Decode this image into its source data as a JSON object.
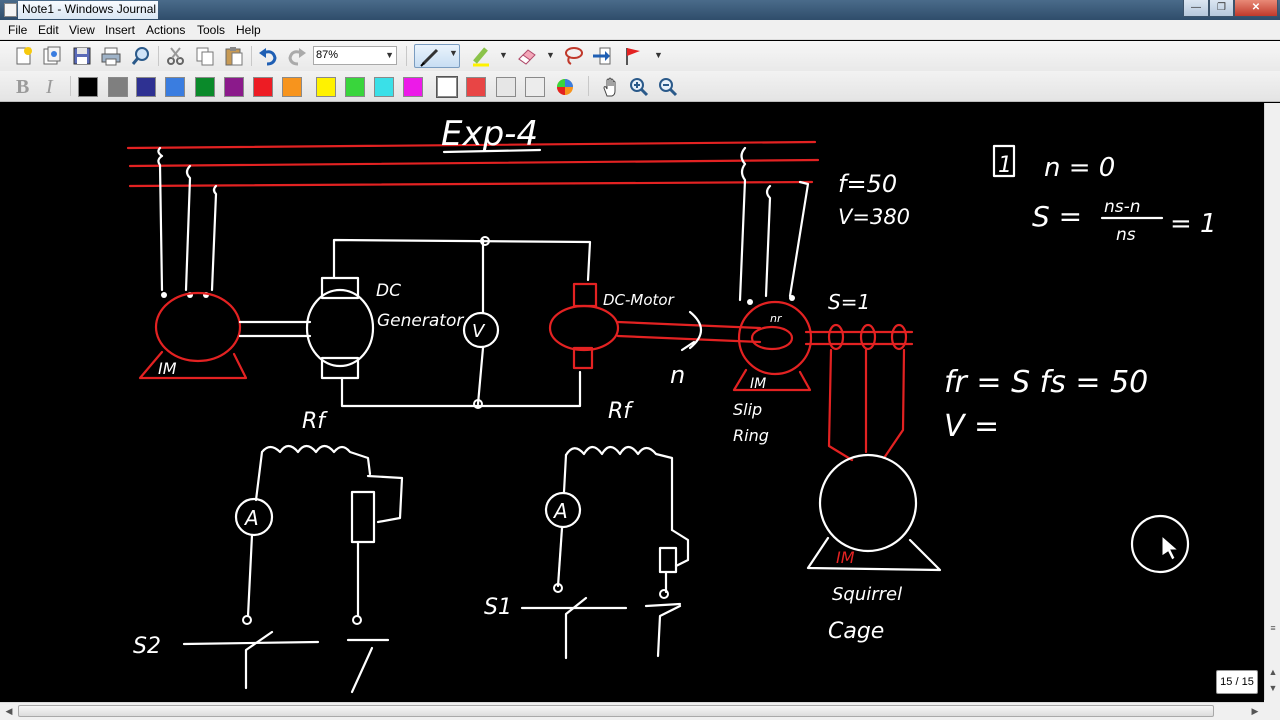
{
  "window": {
    "title": "Note1 - Windows Journal",
    "minimize_glyph": "—",
    "maximize_glyph": "❐",
    "close_glyph": "✕"
  },
  "menu": [
    "File",
    "Edit",
    "View",
    "Insert",
    "Actions",
    "Tools",
    "Help"
  ],
  "toolbar": {
    "zoom_value": "87%",
    "bold_glyph": "B",
    "italic_glyph": "I",
    "icons": [
      "new-note-icon",
      "open-icon",
      "save-icon",
      "print-icon",
      "find-icon",
      "cut-icon",
      "copy-icon",
      "paste-icon",
      "undo-icon",
      "redo-icon",
      "pen-icon",
      "highlighter-icon",
      "eraser-icon",
      "lasso-icon",
      "insert-space-icon",
      "flag-icon",
      "pan-hand-icon",
      "zoom-in-icon",
      "zoom-out-icon",
      "custom-color-icon"
    ],
    "pen_colors": [
      "#000000",
      "#7f7f7f",
      "#2e3192",
      "#3a7de0",
      "#0a8a2a",
      "#8b1a8b",
      "#ed1c24",
      "#f7941d",
      "#fff200",
      "#39d53c",
      "#3ae0e8",
      "#ec1ae8",
      "#ffffff",
      "#e84545",
      "#e6e6e6",
      "#ececec"
    ]
  },
  "page": {
    "indicator": "15 / 15"
  },
  "ink": {
    "title": "Exp-4",
    "freq_label": "f=50",
    "volt_label": "V=380",
    "dc_gen_1": "DC",
    "dc_gen_2": "Generator",
    "voltmeter": "V",
    "dc_motor": "DC-Motor",
    "speed_n": "n",
    "im_left": "IM",
    "nr": "nr",
    "im_right": "IM",
    "slip_one": "S=1",
    "slip_ring_1": "Slip",
    "slip_ring_2": "Ring",
    "rf_left": "Rf",
    "rf_right": "Rf",
    "ammeter_left": "A",
    "ammeter_right": "A",
    "s2": "S2",
    "s1": "S1",
    "im_bottom": "IM",
    "squirrel_1": "Squirrel",
    "squirrel_2": "Cage",
    "case_one": "1",
    "n_zero": "n = 0",
    "s_eq": "S =",
    "frac_num": "ns-n",
    "frac_den": "ns",
    "eq_one": "= 1",
    "fr_eq": "fr = S fs = 50",
    "v_eq": "V ="
  }
}
